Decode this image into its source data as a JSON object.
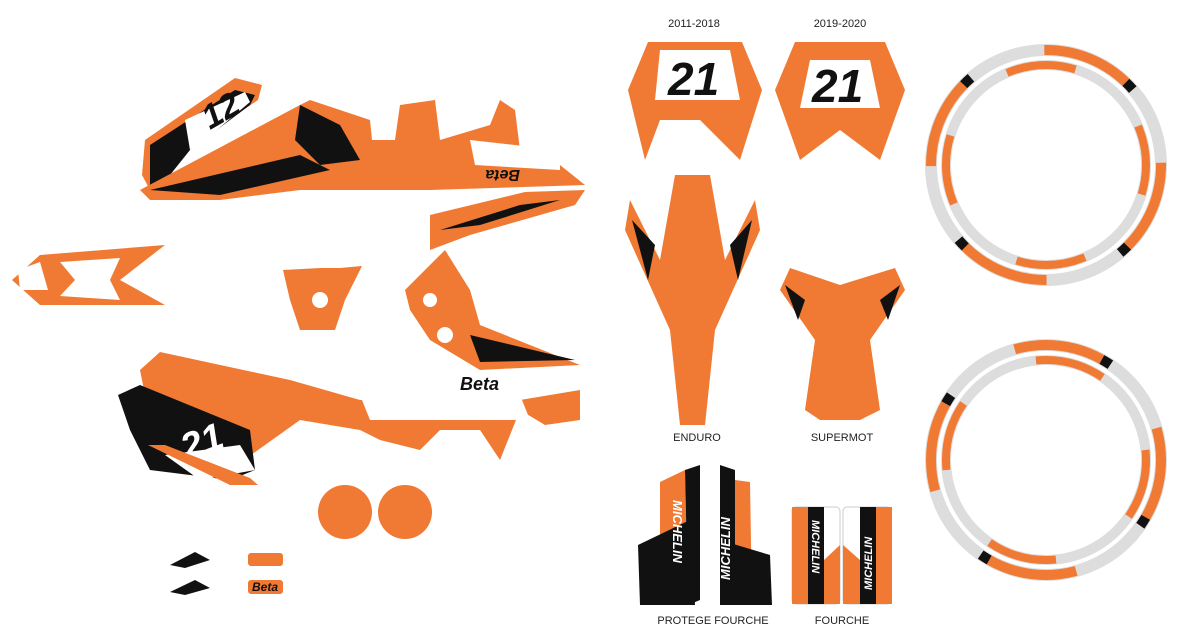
{
  "colors": {
    "orange": "#f07a33",
    "black": "#111111",
    "white": "#ffffff",
    "outline": "#dddddd"
  },
  "labels": {
    "plate_2011": "2011-2018",
    "plate_2019": "2019-2020",
    "enduro": "ENDURO",
    "supermot": "SUPERMOT",
    "protege_fourche": "PROTEGE FOURCHE",
    "fourche": "FOURCHE"
  },
  "logos": {
    "number_side_top": "12",
    "number_side_bottom": "21",
    "number_plate": "21",
    "brand": "Beta",
    "fork": "MICHELIN"
  }
}
